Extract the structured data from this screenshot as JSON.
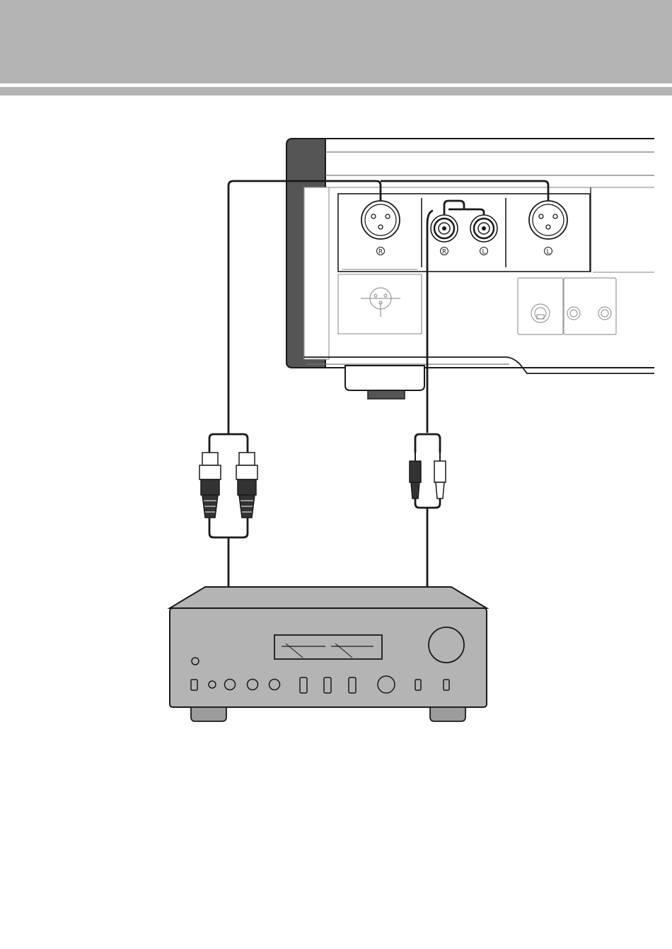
{
  "page": {
    "header_color": "#b4b4b4"
  },
  "player_panel": {
    "xlr_right_label": "R",
    "rca_right_label": "R",
    "rca_left_label": "L",
    "xlr_left_label": "L"
  },
  "icons": {
    "xlr_jack": "xlr-socket-icon",
    "rca_jack": "rca-socket-icon",
    "xlr_plug": "xlr-plug-icon",
    "rca_plug": "rca-plug-icon",
    "amplifier": "amplifier-icon"
  }
}
